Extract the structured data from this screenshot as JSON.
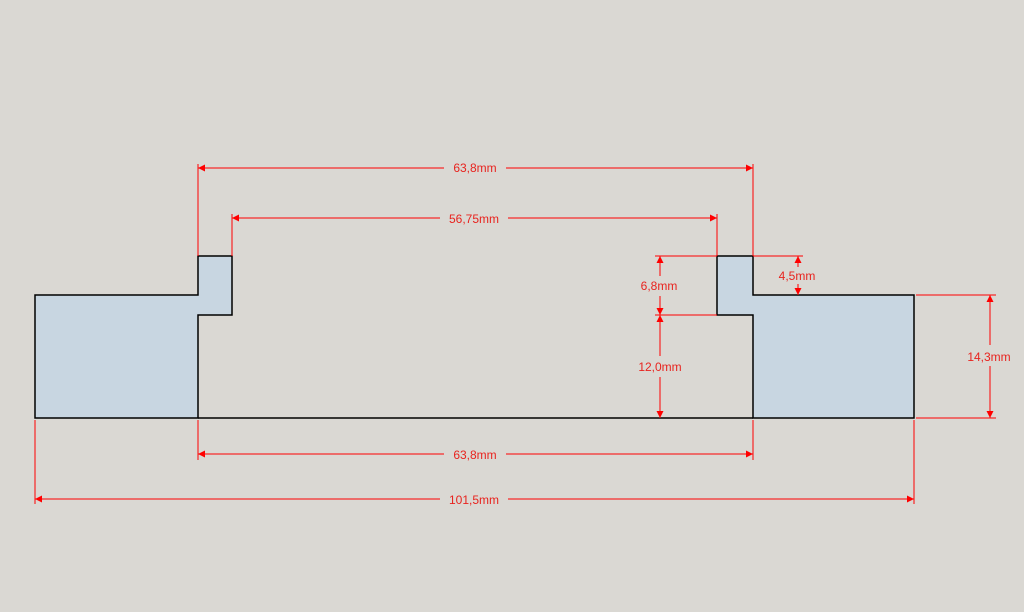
{
  "colors": {
    "background": "#dad8d3",
    "shape_fill": "#c8d6e1",
    "shape_stroke": "#000000",
    "dimension": "#ff0000",
    "dimension_text": "#e8231e"
  },
  "dimensions": {
    "top_outer_width": "63,8mm",
    "top_inner_width": "56,75mm",
    "tab_height": "6,8mm",
    "tab_step": "4,5mm",
    "lower_height": "12,0mm",
    "side_height": "14,3mm",
    "bottom_inner_width": "63,8mm",
    "overall_width": "101,5mm"
  }
}
